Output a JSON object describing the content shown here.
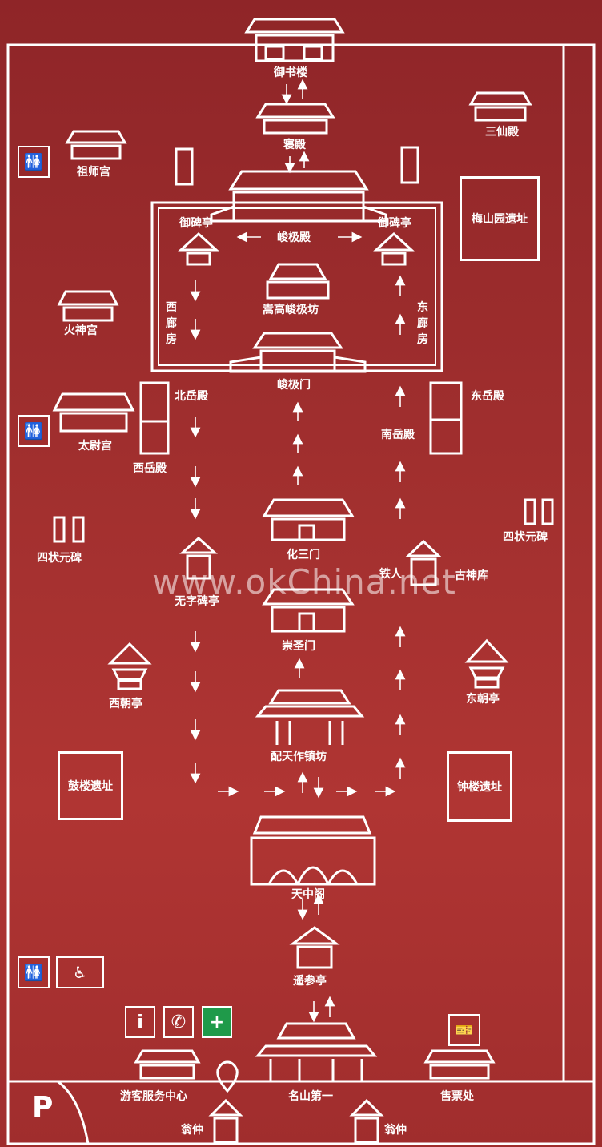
{
  "buildings": {
    "yushulou": "御书楼",
    "qindian": "寝殿",
    "sanxiandian": "三仙殿",
    "zushigong": "祖师宫",
    "meishanyuan": "梅山园遗址",
    "yubeiting_l": "御碑亭",
    "yubeiting_r": "御碑亭",
    "junjidian": "峻极殿",
    "songgao_fang": "嵩高峻极坊",
    "huoshengong": "火神宫",
    "xilangfang": "西廊房",
    "donglangfang": "东廊房",
    "junjimen": "峻极门",
    "beiyuedian": "北岳殿",
    "dongyuedian": "东岳殿",
    "taiweigong": "太尉宫",
    "nanyuedian": "南岳殿",
    "xiyuedian": "西岳殿",
    "sizhuangyuan_l": "四状元碑",
    "sizhuangyuan_r": "四状元碑",
    "huasanmen": "化三门",
    "wuzibeiting": "无字碑亭",
    "tieren": "铁人",
    "gushenku": "古神库",
    "chongshengmen": "崇圣门",
    "xichaoting": "西朝亭",
    "dongchaoting": "东朝亭",
    "peitianzuozhenfang": "配天作镇坊",
    "gulou": "鼓楼遗址",
    "zhonglou": "钟楼遗址",
    "tianzhongge": "天中阁",
    "yaocanting": "遥参亭",
    "youke_center": "游客服务中心",
    "mingshan_diyi": "名山第一",
    "shoupiaochu": "售票处",
    "wengzhong_l": "翁仲",
    "wengzhong_r": "翁仲"
  },
  "watermark": "www.okChina.net",
  "parking_label": "P",
  "info_icons": {
    "info": "i",
    "phone": "✆",
    "firstaid": "+"
  },
  "colors": {
    "background": "#9b2a2d",
    "line": "#ffffff",
    "firstaid": "#1f9a4a"
  }
}
